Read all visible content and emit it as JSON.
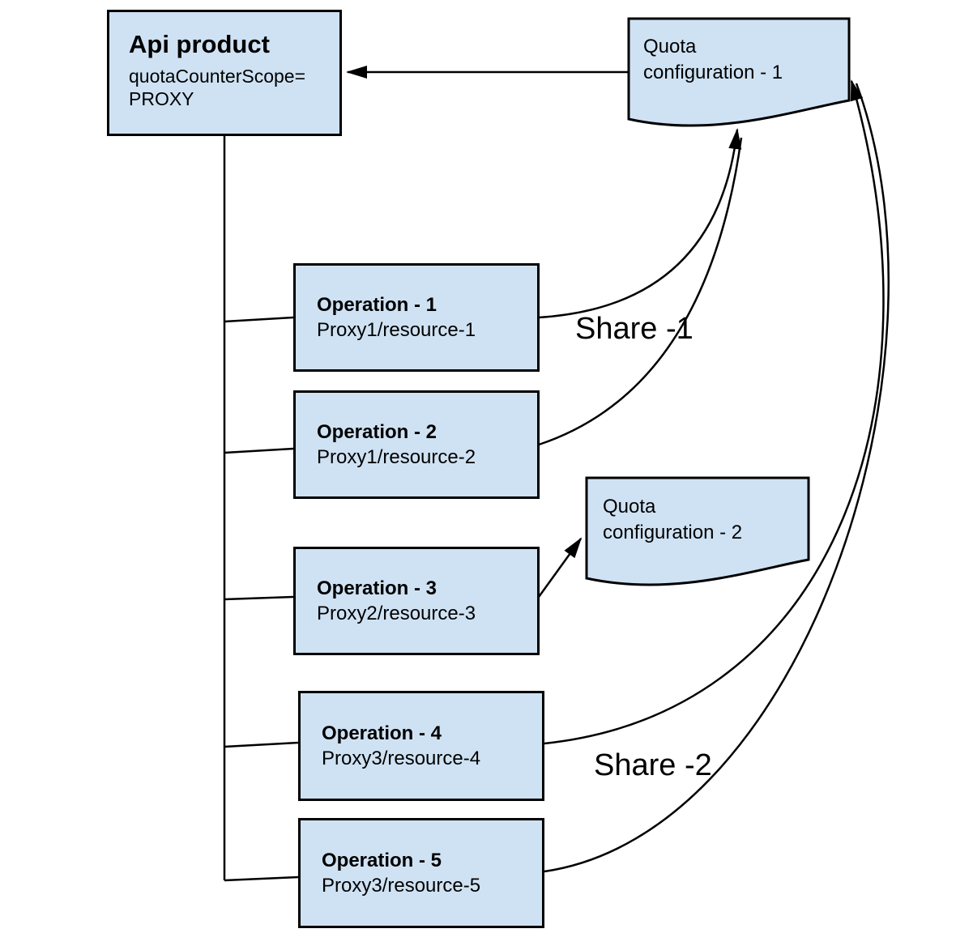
{
  "diagram": {
    "api_product": {
      "title": "Api product",
      "attribute_lines": [
        "quotaCounterScope=",
        "PROXY"
      ]
    },
    "quota_configs": [
      {
        "lines": [
          "Quota",
          "configuration - 1"
        ]
      },
      {
        "lines": [
          "Quota",
          "configuration - 2"
        ]
      }
    ],
    "operations": [
      {
        "title": "Operation - 1",
        "path": "Proxy1/resource-1"
      },
      {
        "title": "Operation - 2",
        "path": "Proxy1/resource-2"
      },
      {
        "title": "Operation - 3",
        "path": "Proxy2/resource-3"
      },
      {
        "title": "Operation - 4",
        "path": "Proxy3/resource-4"
      },
      {
        "title": "Operation - 5",
        "path": "Proxy3/resource-5"
      }
    ],
    "edge_labels": [
      {
        "text": "Share -1"
      },
      {
        "text": "Share -2"
      }
    ],
    "colors": {
      "node_fill": "#cfe2f3",
      "node_border": "#000000",
      "connector": "#000000",
      "background": "#ffffff"
    }
  }
}
